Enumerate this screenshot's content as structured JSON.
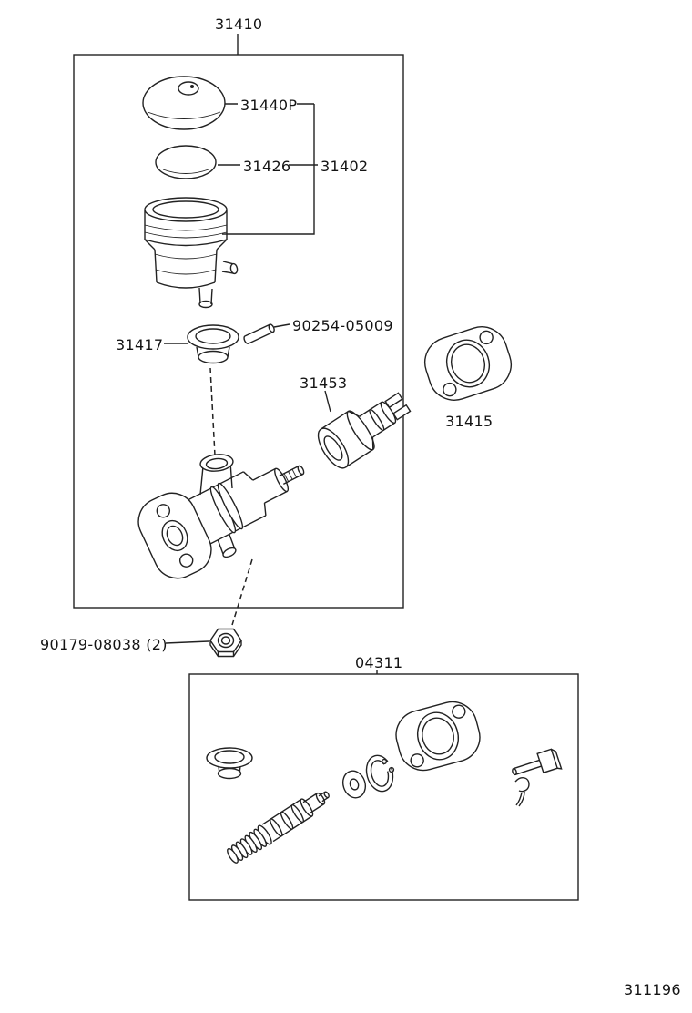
{
  "page": {
    "doc_number": "311196"
  },
  "colors": {
    "ink": "#222222",
    "background": "#ffffff"
  },
  "parts": {
    "assembly": "31410",
    "reservoir_cap": "31440P",
    "diaphragm": "31426",
    "reservoir": "31402",
    "spring_pin": "90254-05009",
    "grommet": "31417",
    "push_rod": "31453",
    "gasket": "31415",
    "lock_nut": "90179-08038 (2)",
    "repair_kit": "04311"
  }
}
